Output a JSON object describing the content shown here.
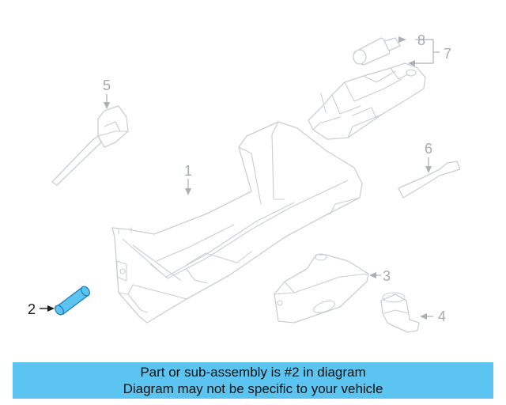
{
  "diagram": {
    "callouts": {
      "c1": "1",
      "c2": "2",
      "c3": "3",
      "c4": "4",
      "c5": "5",
      "c6": "6",
      "c7": "7",
      "c8": "8"
    },
    "highlighted_part": "2",
    "colors": {
      "highlight": "#5bc4f0",
      "outline": "#c9ced4",
      "callout_text": "#a6acb2",
      "active_text": "#1c1c1c"
    }
  },
  "banner": {
    "line1": "Part or sub-assembly is #2 in diagram",
    "line2": "Diagram may not be specific to your vehicle",
    "color": "#5bc4f0"
  }
}
